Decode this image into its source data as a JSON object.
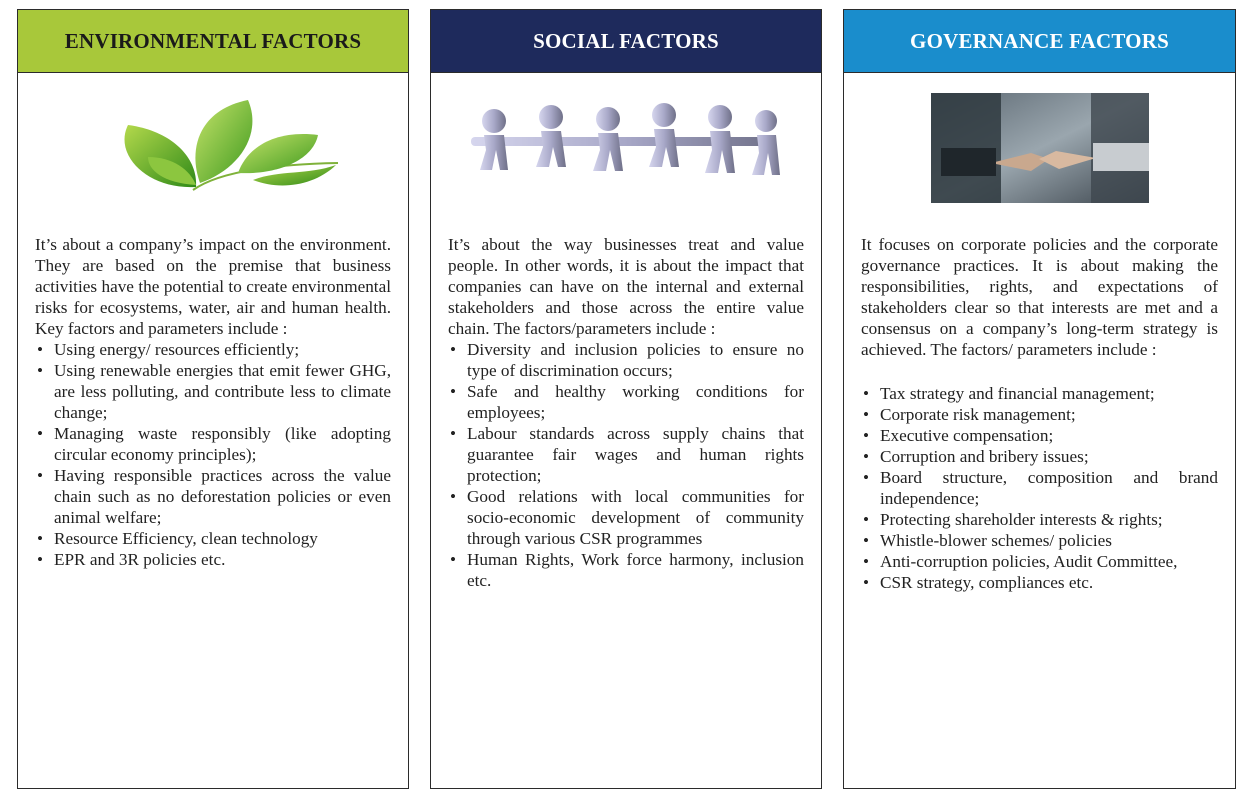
{
  "columns": [
    {
      "title": "ENVIRONMENTAL FACTORS",
      "image": "green-leaves-icon",
      "intro": "It’s about a company’s impact on the environment. They are based on the premise that business activities have the potential to create environmental risks for ecosystems, water, air and human health. Key factors and parameters include :",
      "items": [
        "Using energy/ resources efficiently;",
        "Using renewable energies that emit fewer GHG, are less polluting, and contribute less to climate change;",
        "Managing waste responsibly (like adopting circular economy principles);",
        "Having responsible practices across the value chain such as no deforestation policies or even animal welfare;",
        "Resource Efficiency, clean technology",
        "EPR and 3R policies etc."
      ]
    },
    {
      "title": "SOCIAL FACTORS",
      "image": "paper-people-chain-icon",
      "intro": "It’s about the way businesses treat and value people. In other words, it is about the impact that companies can have on the internal and external stakeholders and those across the entire value chain. The factors/parameters include :",
      "items": [
        "Diversity and inclusion policies to ensure no type of discrimination occurs;",
        "Safe and healthy working conditions for employees;",
        "Labour standards across supply chains that guarantee fair wages and human rights protection;",
        "Good relations with local communities for socio-economic development of community through various CSR programmes",
        "Human Rights, Work force harmony, inclusion etc."
      ]
    },
    {
      "title": "GOVERNANCE FACTORS",
      "image": "business-handshake-icon",
      "intro": "It focuses on corporate policies and the corporate governance practices. It is about making the responsibilities, rights, and expectations of stakeholders clear so that interests are met and a consensus on a company’s long-term strategy is achieved. The factors/ parameters include :",
      "items": [
        "Tax strategy and financial management;",
        "Corporate risk management;",
        "Executive compensation;",
        "Corruption and bribery issues;",
        "Board structure, composition and brand independence;",
        "Protecting shareholder interests & rights;",
        "Whistle-blower schemes/ policies",
        "Anti-corruption policies, Audit Committee,",
        "CSR strategy, compliances etc."
      ]
    }
  ],
  "colors": {
    "env": "#a8c83a",
    "social": "#1e2a5c",
    "gov": "#1a8dcc"
  }
}
